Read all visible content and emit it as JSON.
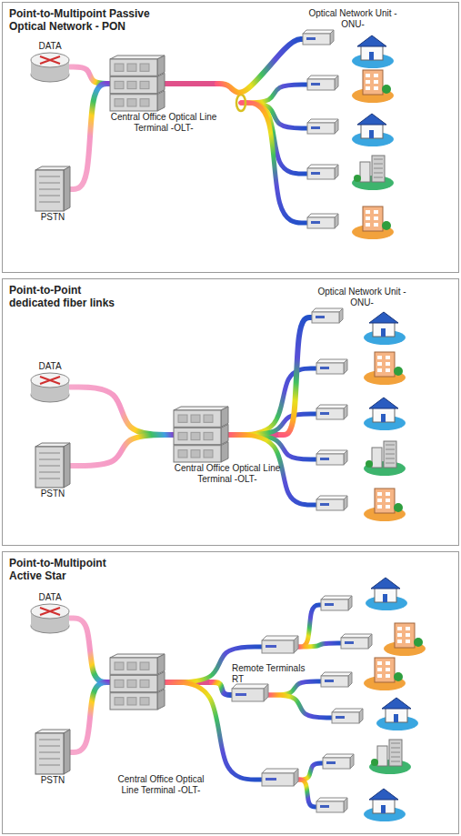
{
  "diagram": {
    "nodes": [
      {
        "text": [
          "Point-to-Multipoint Passive Optical Network - PON"
        ]
      },
      {
        "text": [
          "DATA"
        ],
        "in": 0
      },
      {
        "text": [
          "PSTN"
        ],
        "in": 0
      },
      {
        "text": [
          "Central Office Optical Line Terminal -OLT-"
        ],
        "in": 0
      },
      {
        "text": [
          "Optical Network Unit -ONU-"
        ],
        "in": 0
      },
      {
        "text": [
          "Point-to-Point dedicated fiber links"
        ]
      },
      {
        "text": [
          "DATA"
        ],
        "in": 5
      },
      {
        "text": [
          "PSTN"
        ],
        "in": 5
      },
      {
        "text": [
          "Central Office Optical Line Terminal -OLT-"
        ],
        "in": 5
      },
      {
        "text": [
          "Optical Network Unit -ONU-"
        ],
        "in": 5
      },
      {
        "text": [
          "Point-to-Multipoint Active Star"
        ]
      },
      {
        "text": [
          "DATA"
        ],
        "in": 10
      },
      {
        "text": [
          "PSTN"
        ],
        "in": 10
      },
      {
        "text": [
          "Remote Terminals RT"
        ],
        "in": 10
      },
      {
        "text": [
          "Central Office Optical Line Terminal -OLT-"
        ],
        "in": 10
      }
    ],
    "edges": [
      {
        "from": 1,
        "to": 3,
        "arrow": "none"
      },
      {
        "from": 2,
        "to": 3,
        "arrow": "none"
      },
      {
        "from": 3,
        "to": 4,
        "arrow": "none"
      },
      {
        "from": 6,
        "to": 8,
        "arrow": "none"
      },
      {
        "from": 7,
        "to": 8,
        "arrow": "none"
      },
      {
        "from": 8,
        "to": 9,
        "arrow": "none"
      },
      {
        "from": 11,
        "to": 14,
        "arrow": "none"
      },
      {
        "from": 12,
        "to": 14,
        "arrow": "none"
      },
      {
        "from": 14,
        "to": 13,
        "arrow": "none"
      }
    ]
  }
}
